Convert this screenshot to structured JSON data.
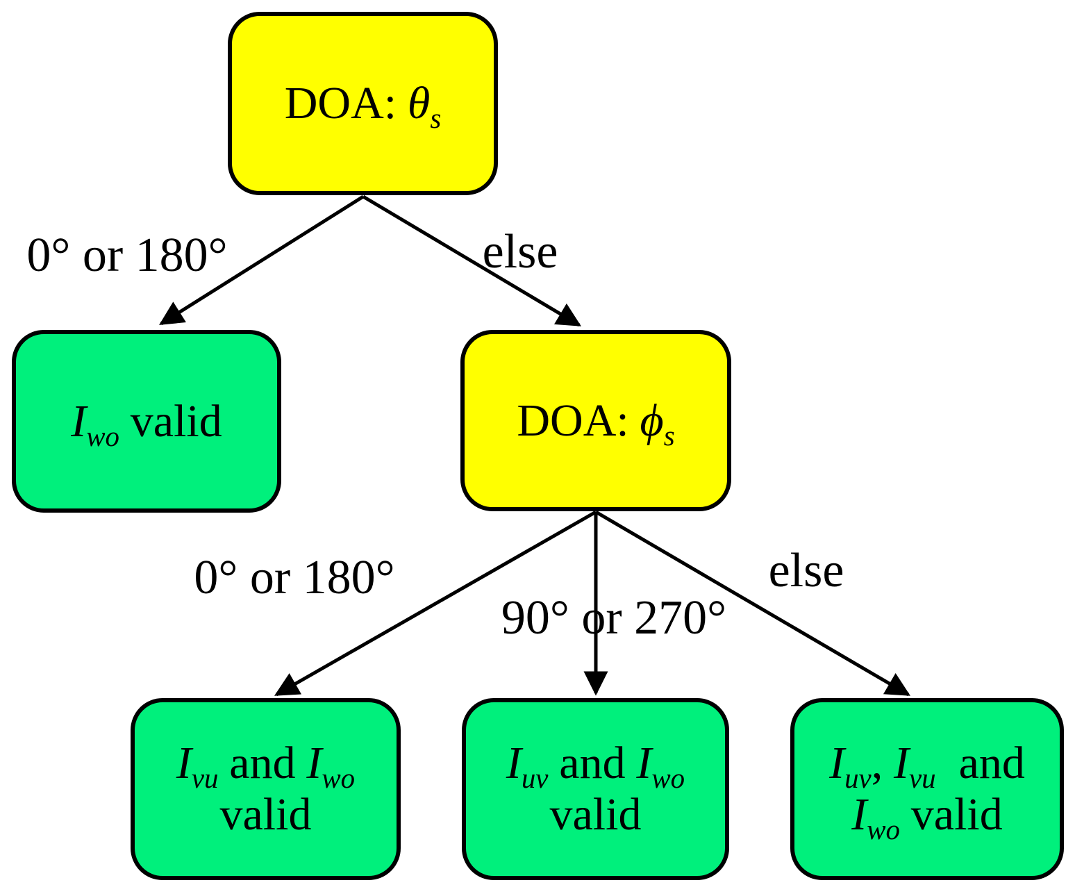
{
  "colors": {
    "background": "#FFFFFF",
    "stroke": "#000000",
    "decision_fill": "#FFFF00",
    "result_fill": "#00F07C"
  },
  "nodes": {
    "doa_theta": {
      "prefix": "DOA:",
      "symbol": "θ",
      "symbol_sub": "s"
    },
    "iwo_valid": {
      "var1": "I",
      "var1_sub": "wo",
      "suffix": "valid"
    },
    "doa_phi": {
      "prefix": "DOA:",
      "symbol": "ϕ",
      "symbol_sub": "s"
    },
    "ivu_iwo_valid": {
      "var1": "I",
      "var1_sub": "vu",
      "connector": "and",
      "var2": "I",
      "var2_sub": "wo",
      "line2": "valid"
    },
    "iuv_iwo_valid": {
      "var1": "I",
      "var1_sub": "uv",
      "connector": "and",
      "var2": "I",
      "var2_sub": "wo",
      "line2": "valid"
    },
    "iuv_ivu_iwo_valid": {
      "var1": "I",
      "var1_sub": "uv",
      "separator": ",",
      "var2": "I",
      "var2_sub": "vu",
      "connector": "and",
      "var3": "I",
      "var3_sub": "wo",
      "suffix": "valid"
    }
  },
  "edge_labels": {
    "theta_left": "0° or 180°",
    "theta_right": "else",
    "phi_left": "0° or 180°",
    "phi_middle": "90° or 270°",
    "phi_right": "else"
  }
}
